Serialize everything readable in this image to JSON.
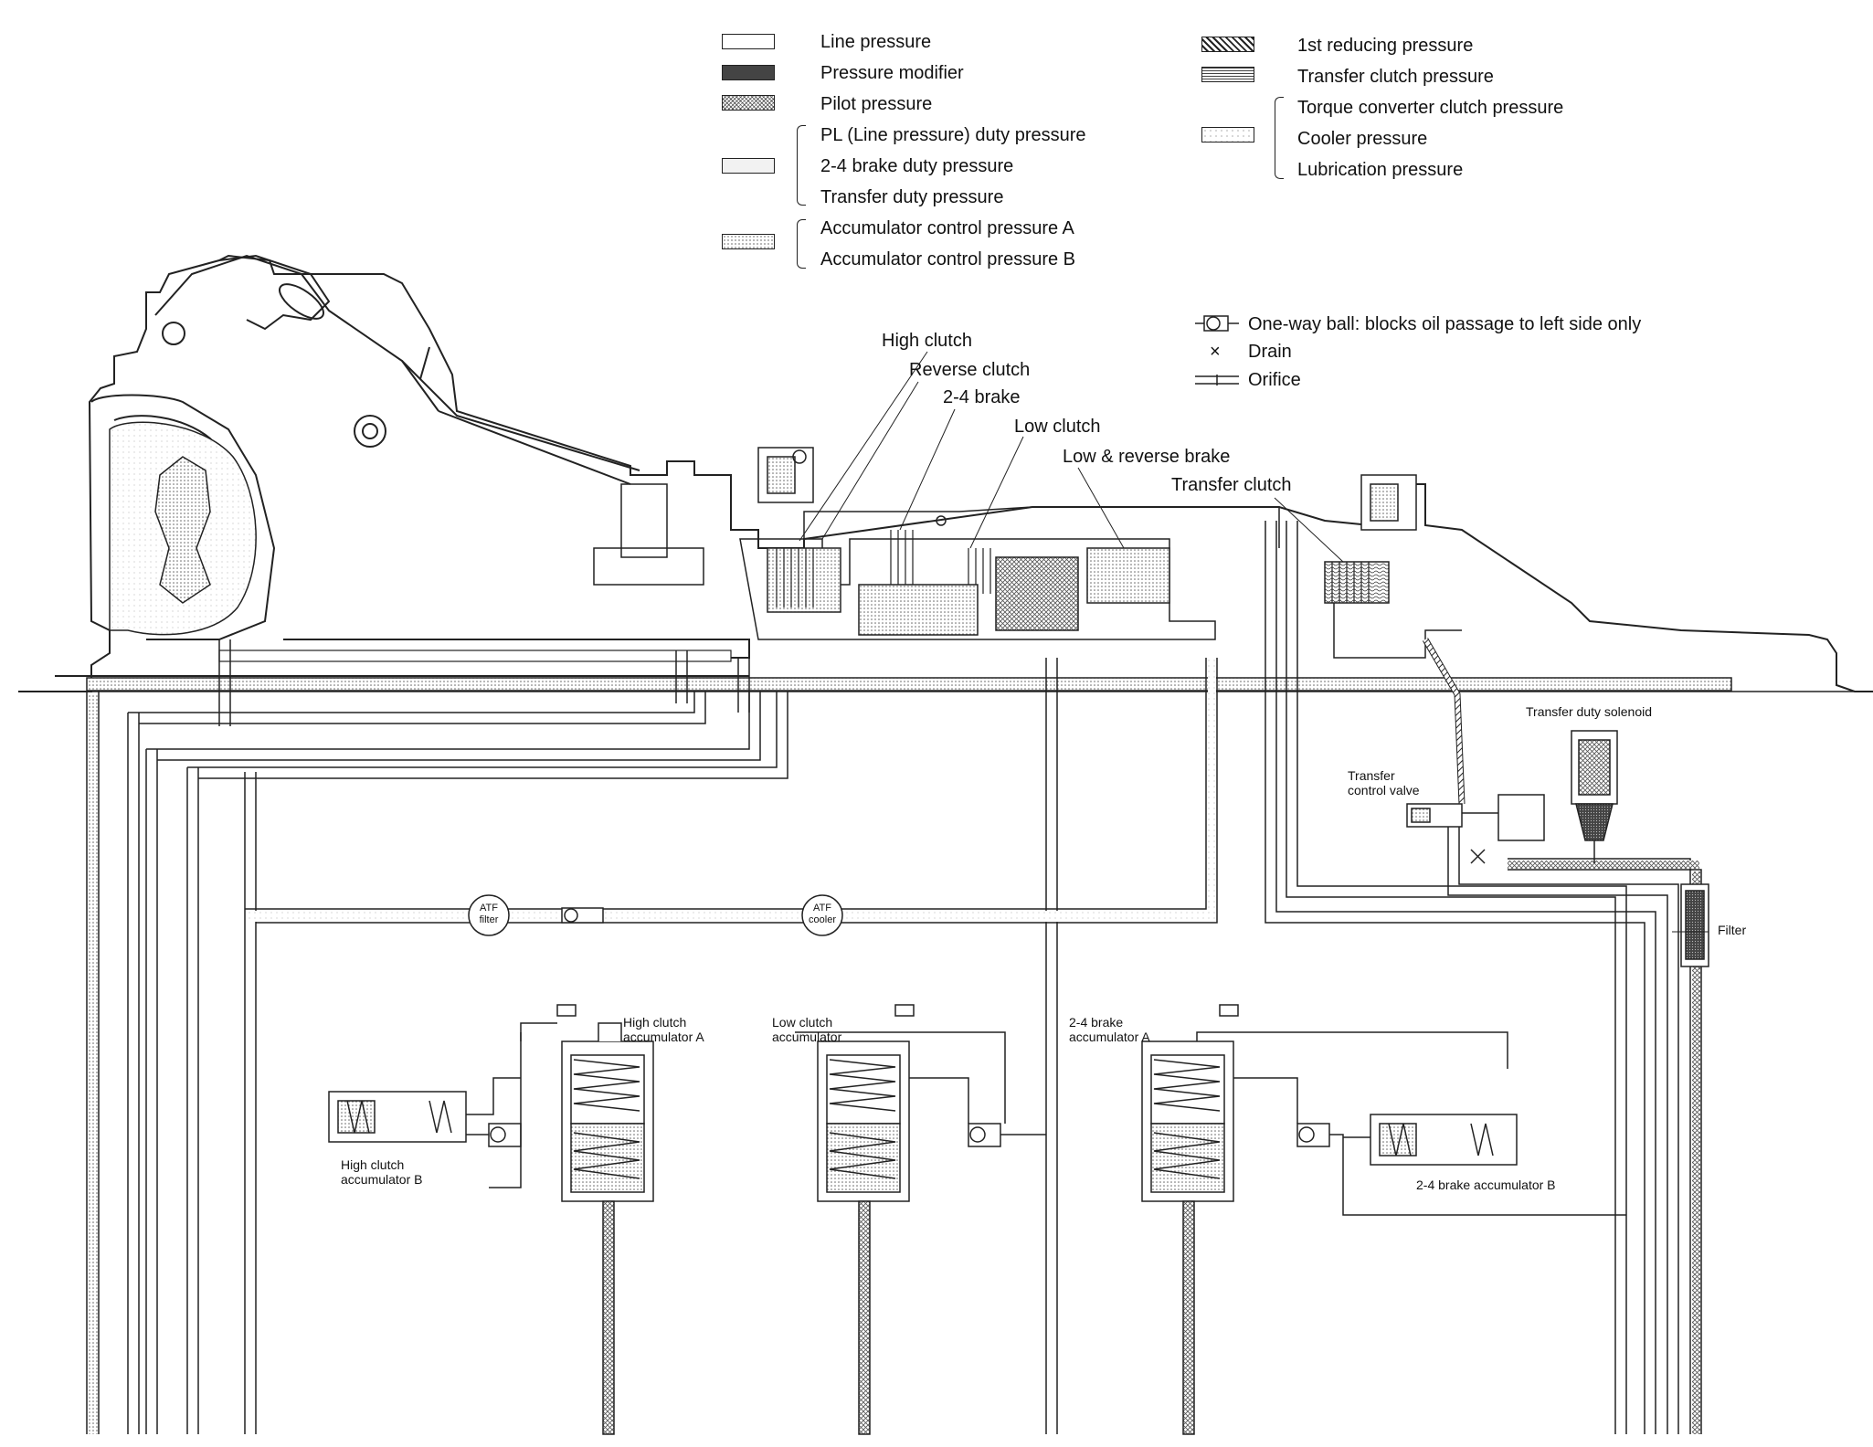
{
  "legend": {
    "line_pressure": "Line pressure",
    "pressure_modifier": "Pressure modifier",
    "pilot_pressure": "Pilot pressure",
    "pl_duty": "PL (Line pressure) duty pressure",
    "brake24_duty": "2-4 brake duty pressure",
    "transfer_duty": "Transfer duty pressure",
    "acc_control_a": "Accumulator control pressure A",
    "acc_control_b": "Accumulator control pressure B",
    "first_reducing": "1st reducing pressure",
    "transfer_clutch_pressure": "Transfer clutch pressure",
    "torque_converter_clutch": "Torque converter clutch pressure",
    "cooler_pressure": "Cooler pressure",
    "lubrication_pressure": "Lubrication pressure"
  },
  "symbols": {
    "one_way_ball": "One-way ball: blocks oil passage to left side only",
    "drain": "Drain",
    "orifice": "Orifice"
  },
  "components": {
    "high_clutch": "High clutch",
    "reverse_clutch": "Reverse clutch",
    "brake_24": "2-4 brake",
    "low_clutch": "Low clutch",
    "low_reverse_brake": "Low & reverse brake",
    "transfer_clutch": "Transfer clutch",
    "transfer_duty_solenoid": "Transfer duty solenoid",
    "transfer_control_valve_1": "Transfer",
    "transfer_control_valve_2": "control valve",
    "filter": "Filter",
    "atf_filter_1": "ATF",
    "atf_filter_2": "filter",
    "atf_cooler_1": "ATF",
    "atf_cooler_2": "cooler",
    "high_clutch_acc_a_1": "High clutch",
    "high_clutch_acc_a_2": "accumulator A",
    "low_clutch_acc_1": "Low clutch",
    "low_clutch_acc_2": "accumulator",
    "brake24_acc_a_1": "2-4 brake",
    "brake24_acc_a_2": "accumulator A",
    "high_clutch_acc_b_1": "High clutch",
    "high_clutch_acc_b_2": "accumulator B",
    "brake24_acc_b": "2-4 brake accumulator B"
  },
  "colors": {
    "line": "#222222",
    "background": "#ffffff",
    "fill_light": "#e4e4e4",
    "fill_dark": "#555555"
  }
}
